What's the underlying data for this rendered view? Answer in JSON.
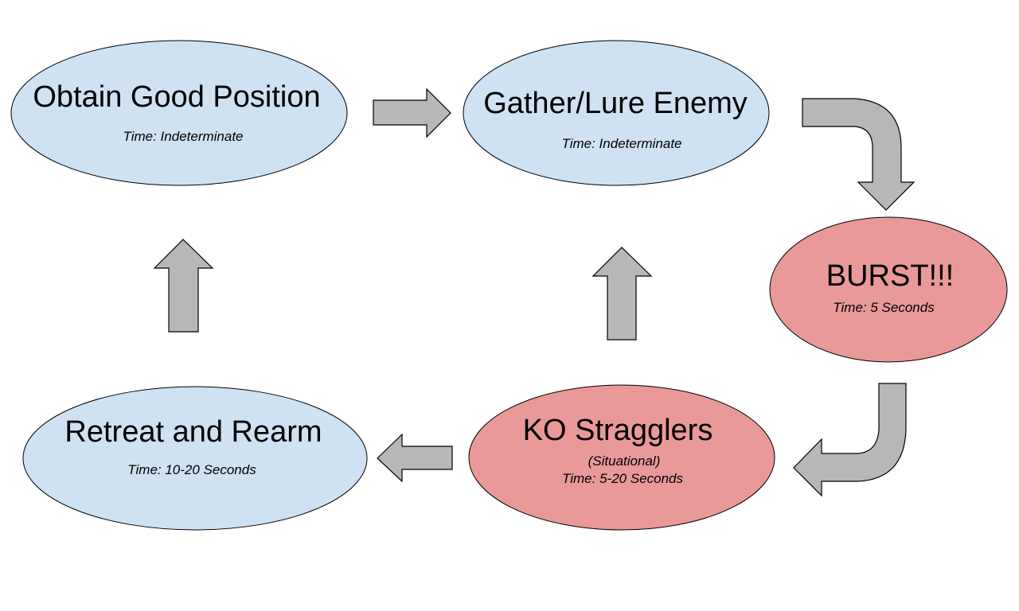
{
  "diagram": {
    "colors": {
      "calm_fill": "#cfe2f3",
      "aggressive_fill": "#ea9999",
      "arrow_fill": "#b7b7b7",
      "outline": "#000000"
    },
    "nodes": [
      {
        "id": "obtain-good-position",
        "title": "Obtain Good Position",
        "note": "",
        "time": "Time: Indeterminate",
        "kind": "calm"
      },
      {
        "id": "gather-lure-enemy",
        "title": "Gather/Lure Enemy",
        "note": "",
        "time": "Time: Indeterminate",
        "kind": "calm"
      },
      {
        "id": "burst",
        "title": "BURST!!!",
        "note": "",
        "time": "Time: 5 Seconds",
        "kind": "aggressive"
      },
      {
        "id": "ko-stragglers",
        "title": "KO Stragglers",
        "note": "(Situational)",
        "time": "Time: 5-20 Seconds",
        "kind": "aggressive"
      },
      {
        "id": "retreat-and-rearm",
        "title": "Retreat and Rearm",
        "note": "",
        "time": "Time: 10-20 Seconds",
        "kind": "calm"
      }
    ],
    "edges": [
      {
        "from": "obtain-good-position",
        "to": "gather-lure-enemy",
        "direction": "right"
      },
      {
        "from": "gather-lure-enemy",
        "to": "burst",
        "direction": "bent-down"
      },
      {
        "from": "burst",
        "to": "ko-stragglers",
        "direction": "bent-left"
      },
      {
        "from": "ko-stragglers",
        "to": "retreat-and-rearm",
        "direction": "left"
      },
      {
        "from": "retreat-and-rearm",
        "to": "obtain-good-position",
        "direction": "up"
      },
      {
        "from": "ko-stragglers",
        "to": "gather-lure-enemy",
        "direction": "up"
      }
    ]
  }
}
